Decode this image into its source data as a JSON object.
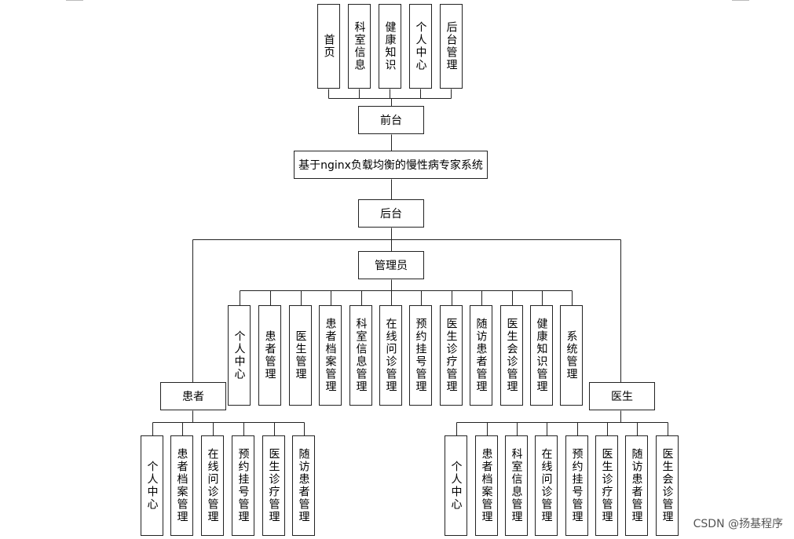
{
  "root": "基于nginx负载均衡的慢性病专家系统",
  "frontend": {
    "label": "前台",
    "items": [
      "首页",
      "科室信息",
      "健康知识",
      "个人中心",
      "后台管理"
    ]
  },
  "backend": {
    "label": "后台",
    "admin": {
      "label": "管理员",
      "items": [
        "个人中心",
        "患者管理",
        "医生管理",
        "患者档案管理",
        "科室信息管理",
        "在线问诊管理",
        "预约挂号管理",
        "医生诊疗管理",
        "随访患者管理",
        "医生会诊管理",
        "健康知识管理",
        "系统管理"
      ]
    },
    "patient": {
      "label": "患者",
      "items": [
        "个人中心",
        "患者档案管理",
        "在线问诊管理",
        "预约挂号管理",
        "医生诊疗管理",
        "随访患者管理"
      ]
    },
    "doctor": {
      "label": "医生",
      "items": [
        "个人中心",
        "患者档案管理",
        "科室信息管理",
        "在线问诊管理",
        "预约挂号管理",
        "医生诊疗管理",
        "随访患者管理",
        "医生会诊管理"
      ]
    }
  },
  "watermark": "CSDN @扬基程序"
}
